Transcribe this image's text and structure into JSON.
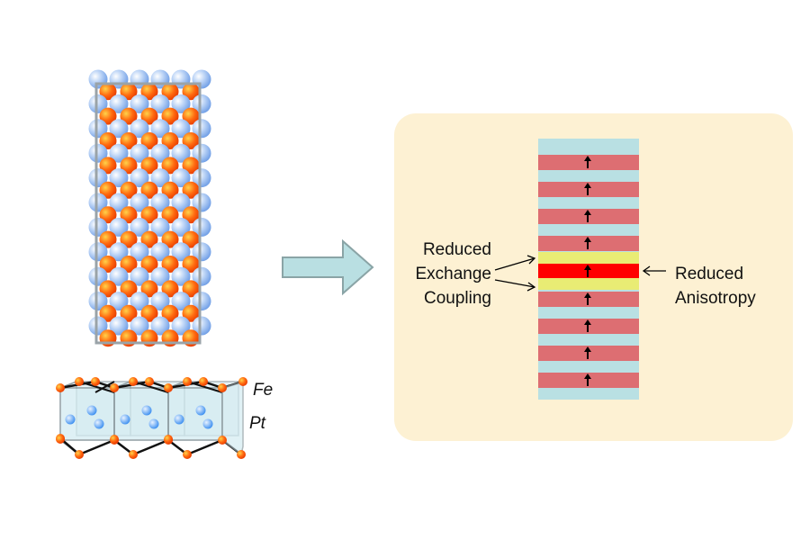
{
  "lattice_diagram": {
    "elements": [
      {
        "symbol": "Fe",
        "color": "#ff5a10"
      },
      {
        "symbol": "Pt",
        "color": "#6aa4ee"
      }
    ]
  },
  "arrow": {
    "icon": "right-arrow-icon",
    "fill": "#b9dfe2",
    "stroke": "#8aa4a6"
  },
  "multilayer_panel": {
    "background": "#fdf1d3",
    "layer_colors": {
      "spacer": "#b9e0e3",
      "magnetic": "#dd6e72",
      "reduced_anisotropy": "#ff0000",
      "reduced_exchange": "#e9ec74"
    },
    "magnetization_icon": "up-arrow-icon",
    "label_exchange": [
      "Reduced",
      "Exchange",
      "Coupling"
    ],
    "label_anisotropy": [
      "Reduced",
      "Anisotropy"
    ]
  }
}
